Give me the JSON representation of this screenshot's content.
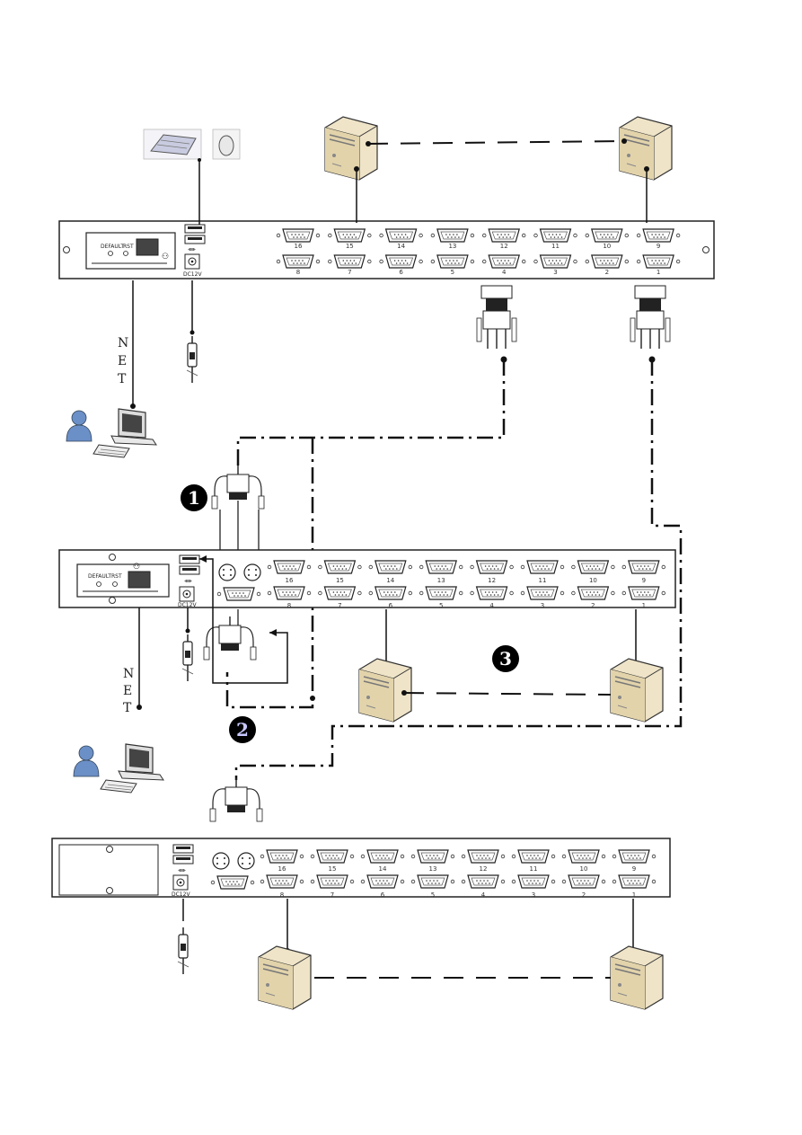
{
  "units": [
    {
      "id": "kvm-1",
      "panel_labels": {
        "default": "DEFAULT",
        "rst": "RST",
        "power": "DC12V"
      },
      "top_ports": [
        "16",
        "15",
        "14",
        "13",
        "12",
        "11",
        "10",
        "9"
      ],
      "bottom_ports": [
        "8",
        "7",
        "6",
        "5",
        "4",
        "3",
        "2",
        "1"
      ]
    },
    {
      "id": "kvm-2",
      "panel_labels": {
        "default": "DEFAULT",
        "rst": "RST",
        "power": "DC12V"
      },
      "top_ports": [
        "16",
        "15",
        "14",
        "13",
        "12",
        "11",
        "10",
        "9"
      ],
      "bottom_ports": [
        "8",
        "7",
        "6",
        "5",
        "4",
        "3",
        "2",
        "1"
      ]
    },
    {
      "id": "kvm-3",
      "panel_labels": {
        "power": "DC12V"
      },
      "top_ports": [
        "16",
        "15",
        "14",
        "13",
        "12",
        "11",
        "10",
        "9"
      ],
      "bottom_ports": [
        "8",
        "7",
        "6",
        "5",
        "4",
        "3",
        "2",
        "1"
      ]
    }
  ],
  "net_label": [
    "N",
    "E",
    "T"
  ],
  "badges": [
    "1",
    "2",
    "3"
  ],
  "colors": {
    "line": "#111111",
    "badge_bg": "#000000",
    "badge_fg": "#ffffff",
    "badge2_fg": "#c8c8ff",
    "server_body": "#efe4c8"
  }
}
